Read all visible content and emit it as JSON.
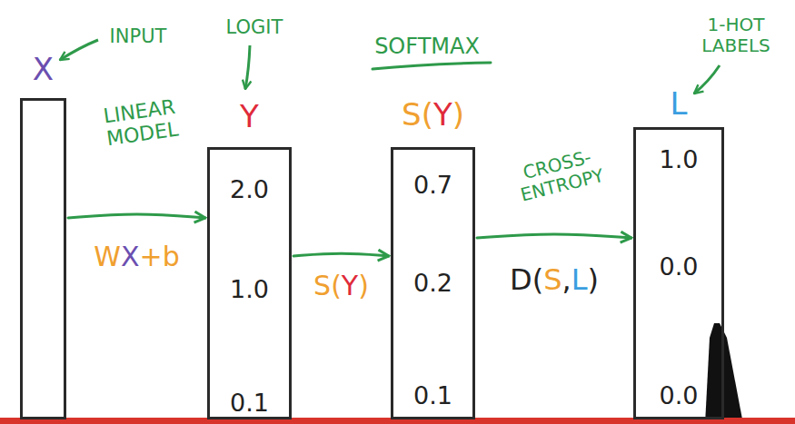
{
  "diagram": {
    "nodes": [
      {
        "text": [
          "X"
        ]
      },
      {
        "text": [
          "Y",
          "2.0",
          "1.0",
          "0.1"
        ]
      },
      {
        "text": [
          "S(Y)",
          "0.7",
          "0.2",
          "0.1"
        ]
      },
      {
        "text": [
          "L",
          "1.0",
          "0.0",
          "0.0"
        ]
      }
    ],
    "edges": [
      {
        "from": 0,
        "to": 1,
        "label": "WX+b",
        "arrow": "to"
      },
      {
        "from": 1,
        "to": 2,
        "label": "S(Y)",
        "arrow": "to"
      },
      {
        "from": 2,
        "to": 3,
        "label": "D(S,L)",
        "arrow": "to"
      }
    ],
    "labels": [
      "INPUT",
      "LOGIT",
      "SOFTMAX",
      "1-HOT LABELS",
      "LINEAR MODEL",
      "CROSS-ENTROPY"
    ]
  }
}
